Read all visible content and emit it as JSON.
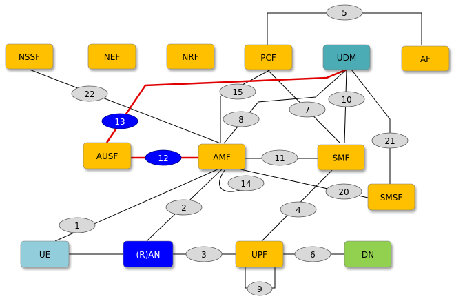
{
  "nodes": [
    {
      "id": "nssf",
      "label": "NSSF",
      "color": "#FFC000"
    },
    {
      "id": "nef",
      "label": "NEF",
      "color": "#FFC000"
    },
    {
      "id": "nrf",
      "label": "NRF",
      "color": "#FFC000"
    },
    {
      "id": "pcf",
      "label": "PCF",
      "color": "#FFC000"
    },
    {
      "id": "udm",
      "label": "UDM",
      "color": "#4BACB6"
    },
    {
      "id": "af",
      "label": "AF",
      "color": "#FFC000"
    },
    {
      "id": "ausf",
      "label": "AUSF",
      "color": "#FFC000"
    },
    {
      "id": "amf",
      "label": "AMF",
      "color": "#FFC000"
    },
    {
      "id": "smf",
      "label": "SMF",
      "color": "#FFC000"
    },
    {
      "id": "smsf",
      "label": "SMSF",
      "color": "#FFC000"
    },
    {
      "id": "ue",
      "label": "UE",
      "color": "#92CDDC"
    },
    {
      "id": "ran",
      "label": "(R)AN",
      "color": "#0000FF"
    },
    {
      "id": "upf",
      "label": "UPF",
      "color": "#FFC000"
    },
    {
      "id": "dn",
      "label": "DN",
      "color": "#92D050"
    }
  ],
  "reference_points": [
    {
      "id": "r1",
      "label": "1",
      "highlight": false
    },
    {
      "id": "r2",
      "label": "2",
      "highlight": false
    },
    {
      "id": "r3",
      "label": "3",
      "highlight": false
    },
    {
      "id": "r4",
      "label": "4",
      "highlight": false
    },
    {
      "id": "r5",
      "label": "5",
      "highlight": false
    },
    {
      "id": "r6",
      "label": "6",
      "highlight": false
    },
    {
      "id": "r7",
      "label": "7",
      "highlight": false
    },
    {
      "id": "r8",
      "label": "8",
      "highlight": false
    },
    {
      "id": "r9",
      "label": "9",
      "highlight": false
    },
    {
      "id": "r10",
      "label": "10",
      "highlight": false
    },
    {
      "id": "r11",
      "label": "11",
      "highlight": false
    },
    {
      "id": "r12",
      "label": "12",
      "highlight": true
    },
    {
      "id": "r13",
      "label": "13",
      "highlight": true
    },
    {
      "id": "r14",
      "label": "14",
      "highlight": false
    },
    {
      "id": "r15",
      "label": "15",
      "highlight": false
    },
    {
      "id": "r20",
      "label": "20",
      "highlight": false
    },
    {
      "id": "r21",
      "label": "21",
      "highlight": false
    },
    {
      "id": "r22",
      "label": "22",
      "highlight": false
    }
  ],
  "colors": {
    "line": "#000000",
    "highlight_line": "#E00000",
    "ref_fill": "#D9D9D9",
    "ref_highlight_fill": "#0000FF",
    "dark_text": "#000000",
    "light_text": "#FFFFFF"
  }
}
